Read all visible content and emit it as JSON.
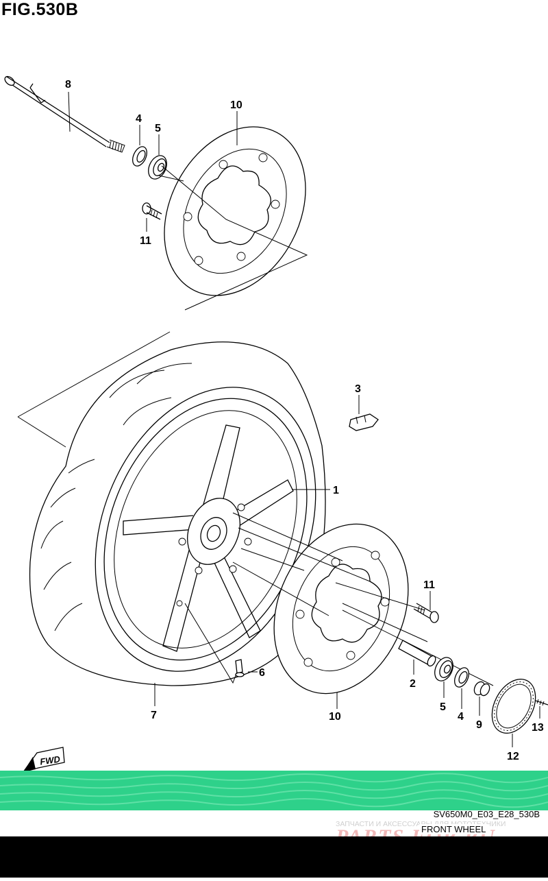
{
  "figure": {
    "title": "FIG.530B"
  },
  "callouts": [
    {
      "id": "c8",
      "label": "8"
    },
    {
      "id": "c4a",
      "label": "4"
    },
    {
      "id": "c5a",
      "label": "5"
    },
    {
      "id": "c10a",
      "label": "10"
    },
    {
      "id": "c11a",
      "label": "11"
    },
    {
      "id": "c3",
      "label": "3"
    },
    {
      "id": "c1",
      "label": "1"
    },
    {
      "id": "c11b",
      "label": "11"
    },
    {
      "id": "c6",
      "label": "6"
    },
    {
      "id": "c2",
      "label": "2"
    },
    {
      "id": "c5b",
      "label": "5"
    },
    {
      "id": "c4b",
      "label": "4"
    },
    {
      "id": "c9",
      "label": "9"
    },
    {
      "id": "c13",
      "label": "13"
    },
    {
      "id": "c7",
      "label": "7"
    },
    {
      "id": "c10b",
      "label": "10"
    },
    {
      "id": "c12",
      "label": "12"
    }
  ],
  "fwd_label": "FWD",
  "footer": {
    "diagram_code": "SV650M0_E03_E28_530B",
    "watermark_text": "ЗАПЧАСТИ И АКСЕССУАРЫ ДЛЯ МОТОТЕХНИКИ",
    "watermark_logo": "PARTS FOR.RU",
    "caption": "FRONT WHEEL"
  },
  "colors": {
    "band": "#2ed18a",
    "band_light": "#5fe0a6",
    "bottom_bar": "#000000"
  }
}
